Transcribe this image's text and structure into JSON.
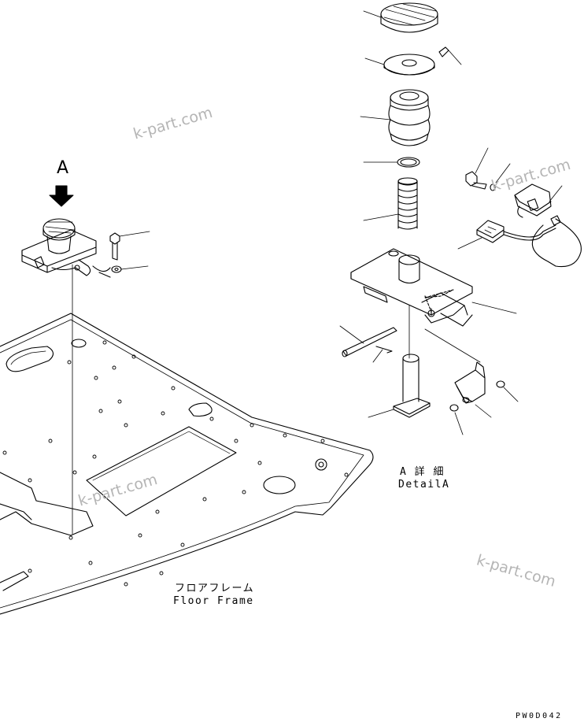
{
  "view_letter": "A",
  "detail_label": {
    "jp": "A 詳 細",
    "en": "DetailA"
  },
  "floor_label": {
    "jp": "フロアフレーム",
    "en": "Floor Frame"
  },
  "watermark": "k-part.com",
  "drawing_code": "PW0D042"
}
